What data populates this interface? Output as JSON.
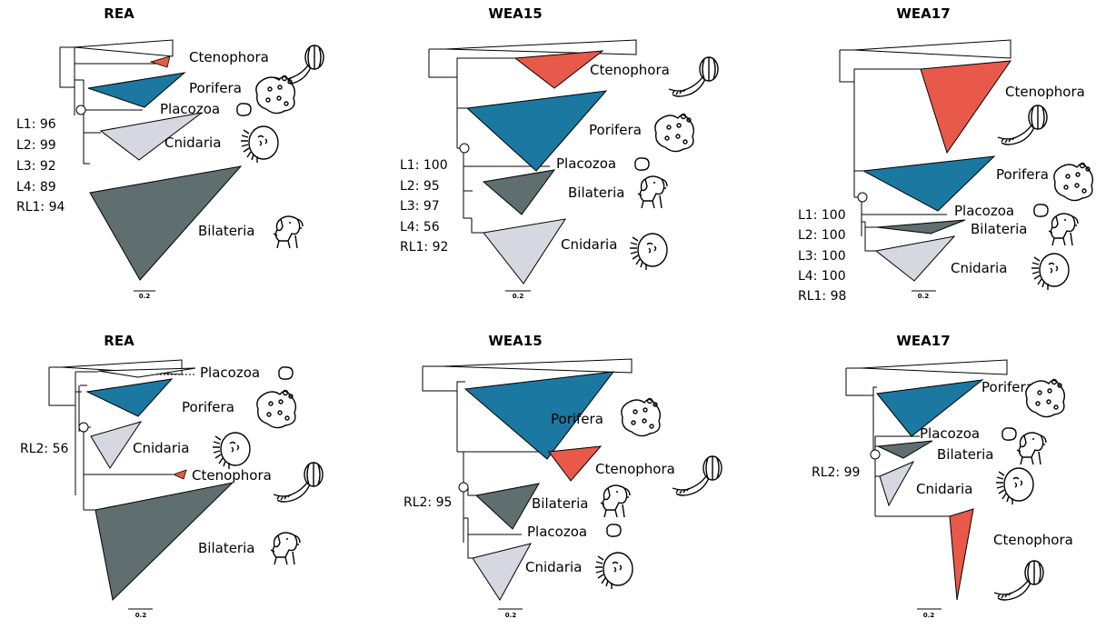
{
  "panels": [
    {
      "title": "REA",
      "labels": {
        "ctenophora": "Ctenophora",
        "porifera": "Porifera",
        "placozoa": "Placozoa",
        "cnidaria": "Cnidaria",
        "bilateria": "Bilateria"
      },
      "support": [
        "L1: 96",
        "L2: 99",
        "L3: 92",
        "L4: 89",
        "RL1: 94"
      ],
      "scale": "0.2"
    },
    {
      "title": "WEA15",
      "labels": {
        "ctenophora": "Ctenophora",
        "porifera": "Porifera",
        "placozoa": "Placozoa",
        "bilateria": "Bilateria",
        "cnidaria": "Cnidaria"
      },
      "support": [
        "L1: 100",
        "L2: 95",
        "L3: 97",
        "L4: 56",
        "RL1: 92"
      ],
      "scale": "0.2"
    },
    {
      "title": "WEA17",
      "labels": {
        "ctenophora": "Ctenophora",
        "porifera": "Porifera",
        "placozoa": "Placozoa",
        "bilateria": "Bilateria",
        "cnidaria": "Cnidaria"
      },
      "support": [
        "L1: 100",
        "L2: 100",
        "L3: 100",
        "L4: 100",
        "RL1: 98"
      ],
      "scale": "0.2"
    },
    {
      "title": "REA",
      "labels": {
        "placozoa": "Placozoa",
        "porifera": "Porifera",
        "cnidaria": "Cnidaria",
        "ctenophora": "Ctenophora",
        "bilateria": "Bilateria"
      },
      "support": [
        "RL2: 56"
      ],
      "scale": "0.2"
    },
    {
      "title": "WEA15",
      "labels": {
        "porifera": "Porifera",
        "ctenophora": "Ctenophora",
        "bilateria": "Bilateria",
        "placozoa": "Placozoa",
        "cnidaria": "Cnidaria"
      },
      "support": [
        "RL2: 95"
      ],
      "scale": "0.2"
    },
    {
      "title": "WEA17",
      "labels": {
        "porifera": "Porifera",
        "placozoa": "Placozoa",
        "bilateria": "Bilateria",
        "cnidaria": "Cnidaria",
        "ctenophora": "Ctenophora"
      },
      "support": [
        "RL2: 99"
      ],
      "scale": "0.2"
    }
  ],
  "colors": {
    "ctenophora": "#e8594a",
    "porifera": "#1b78a0",
    "cnidaria": "#d6d7e0",
    "bilateria": "#5f6e6e",
    "outgroup": "#ffffff"
  },
  "icons": [
    "comb-jelly-icon",
    "sponge-icon",
    "placozoan-icon",
    "jellyfish-icon",
    "dog-icon"
  ]
}
